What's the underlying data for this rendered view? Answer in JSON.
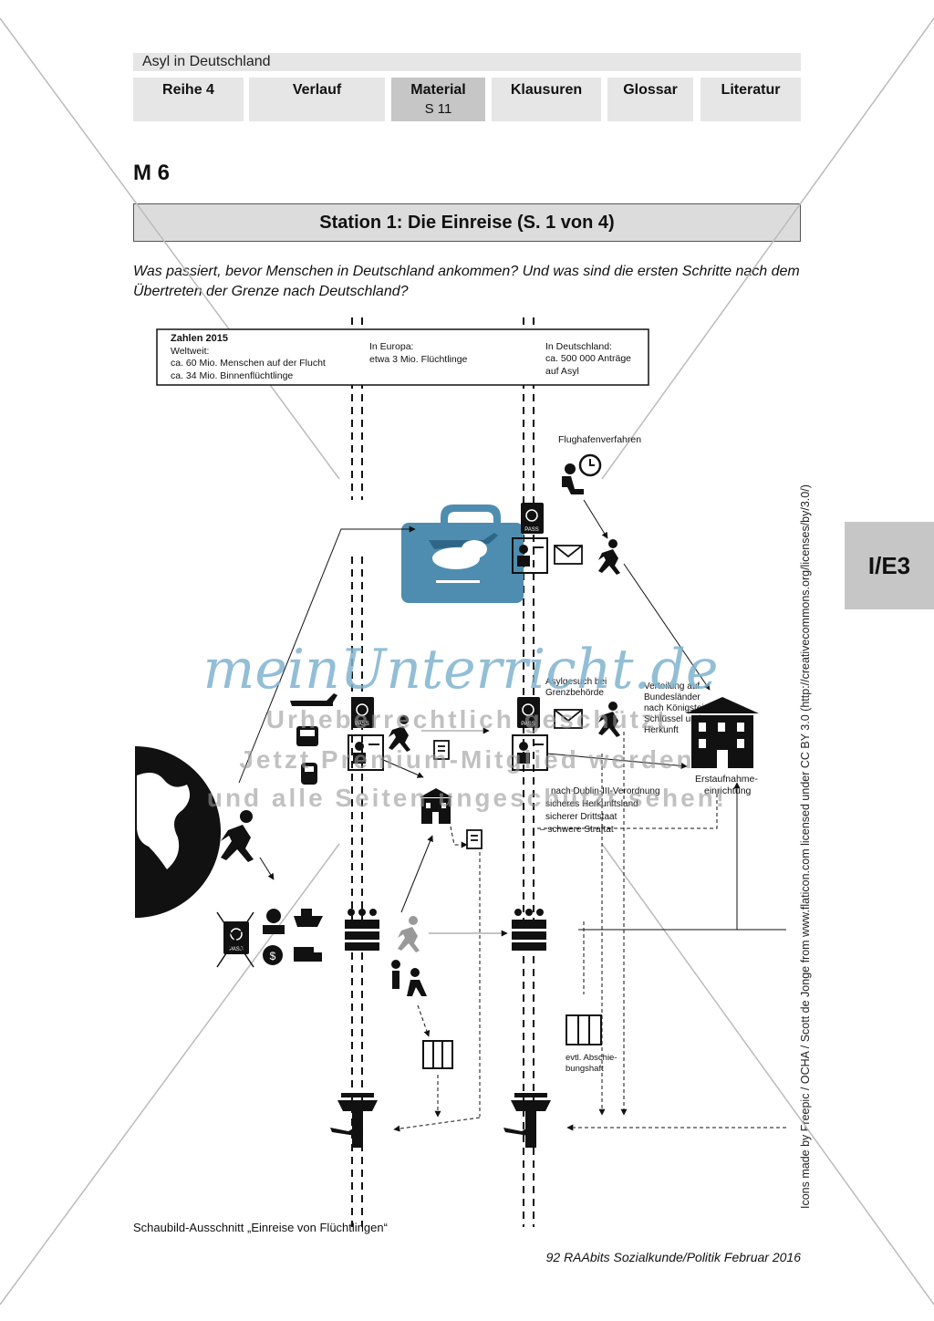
{
  "header": {
    "series_title": "Asyl in Deutschland",
    "tabs": [
      {
        "label": "Reihe 4",
        "sub": ""
      },
      {
        "label": "Verlauf",
        "sub": ""
      },
      {
        "label": "Material",
        "sub": "S 11"
      },
      {
        "label": "Klausuren",
        "sub": ""
      },
      {
        "label": "Glossar",
        "sub": ""
      },
      {
        "label": "Literatur",
        "sub": ""
      }
    ]
  },
  "material_label": "M 6",
  "station_title": "Station 1: Die Einreise (S. 1 von 4)",
  "question": "Was passiert, bevor Menschen in Deutschland ankommen? Und was sind die ersten Schritte nach dem Übertreten der Grenze nach Deutschland?",
  "side_tab": "I/E3",
  "diagram": {
    "stats": {
      "heading": "Zahlen 2015",
      "world_title": "Weltweit:",
      "world_1": "ca. 60 Mio. Menschen auf der Flucht",
      "world_2": "ca. 34 Mio. Binnenflüchtlinge",
      "europe_title": "In Europa:",
      "europe_1": "etwa 3 Mio. Flüchtlinge",
      "germany_title": "In Deutschland:",
      "germany_1": "ca. 500 000 Anträge",
      "germany_2": "auf Asyl"
    },
    "labels": {
      "airport": "Flughafenverfahren",
      "asylum_1": "Asylgesuch bei",
      "asylum_2": "Grenzbehörde",
      "dist_1": "Verteilung auf",
      "dist_2": "Bundesländer",
      "dist_3": "nach Königsteiner",
      "dist_4": "Schlüssel und",
      "dist_5": "Herkunft",
      "reception_1": "Erstaufnahme-",
      "reception_2": "einrichtung",
      "dublin_1": "nach Dublin-III-Verordnung",
      "dublin_2": "sicheres Herkunftsland",
      "dublin_3": "sicherer Drittstaat",
      "dublin_4": "– schwere Straftat",
      "detention_1": "evtl. Abschie-",
      "detention_2": "bungshaft",
      "pass": "PASS"
    }
  },
  "watermark": {
    "brand": "meinUnterricht.de",
    "line1": "Urheberrechtlich geschützt",
    "line2": "Jetzt Premium-Mitglied werden",
    "line3": "und alle Seiten ungeschützt sehen!"
  },
  "credit": "Icons made by Freepic / OCHA / Scott de Jonge from www.flaticon.com licensed under CC BY 3.0 (http://creativecommons.org/licenses/by/3.0/)",
  "caption": "Schaubild-Ausschnitt „Einreise von Flüchtlingen“",
  "footer": "92 RAAbits Sozialkunde/Politik Februar 2016",
  "colors": {
    "tab_bg": "#e6e6e6",
    "tab_active": "#c6c6c6",
    "briefcase": "#4e8db0",
    "watermark": "#7fb3cf"
  }
}
